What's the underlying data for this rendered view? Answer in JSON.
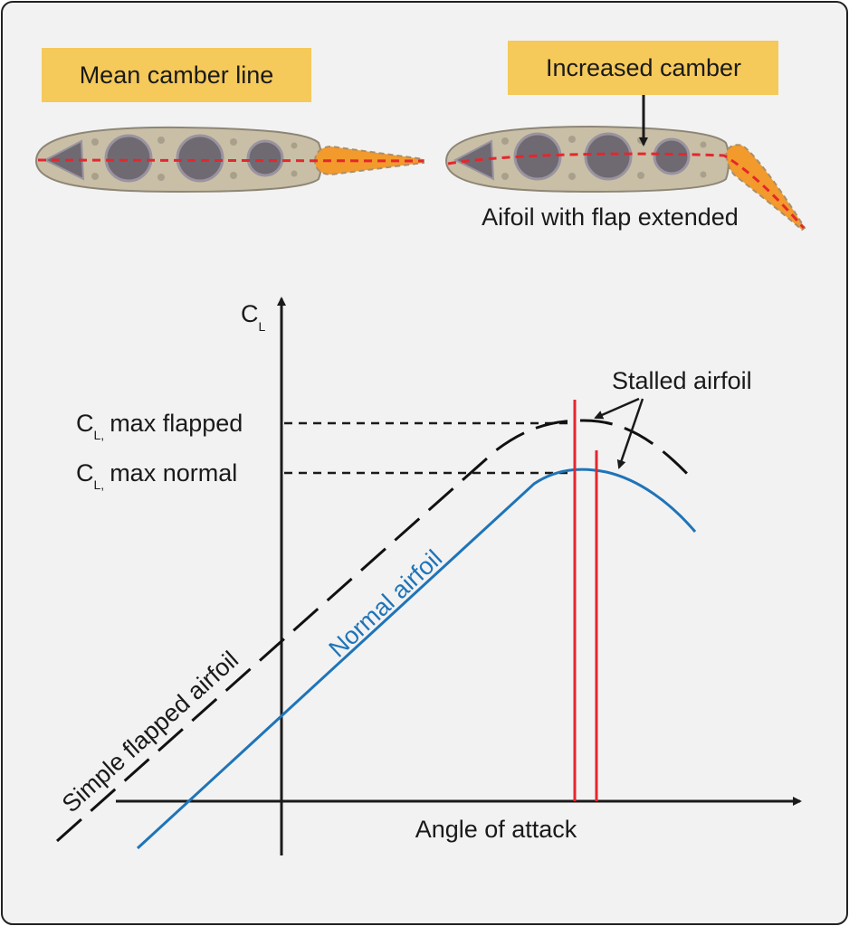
{
  "labels": {
    "mean_camber_line": "Mean camber line",
    "increased_camber": "Increased camber",
    "airfoil_flap_extended": "Aifoil with flap extended",
    "stalled_airfoil": "Stalled airfoil",
    "cl_axis_main": "C",
    "cl_axis_sub": "L",
    "cl_max_flapped_c": "C",
    "cl_max_flapped_sub": "L,",
    "cl_max_flapped_text": "max flapped",
    "cl_max_normal_c": "C",
    "cl_max_normal_sub": "L,",
    "cl_max_normal_text": "max normal",
    "normal_airfoil": "Normal airfoil",
    "simple_flapped_airfoil": "Simple flapped airfoil",
    "angle_of_attack": "Angle of attack"
  },
  "colors": {
    "background": "#f2f2f2",
    "frame": "#222222",
    "label_box": "#f5c95a",
    "airfoil_body": "#c9bfa6",
    "airfoil_outline": "#8d8676",
    "airfoil_hole": "#6f6a72",
    "flap": "#f39a2c",
    "camber_line": "#e4272d",
    "normal_curve": "#1f74b8",
    "flapped_curve": "#111111",
    "stall_line": "#e4272d",
    "axis": "#1a1a1a"
  }
}
